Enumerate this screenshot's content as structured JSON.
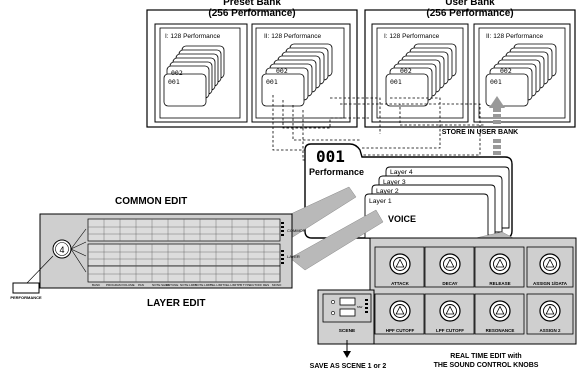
{
  "preset_bank": {
    "title_line1": "Preset Bank",
    "title_line2": "(256 Performance)",
    "group1": "I: 128 Performance",
    "group2": "II: 128 Performance"
  },
  "user_bank": {
    "title_line1": "User Bank",
    "title_line2": "(256 Performance)",
    "group1": "I: 128 Performance",
    "group2": "II: 128 Performance"
  },
  "card_labels": {
    "num_a": "002",
    "num_b": "001"
  },
  "store_label": "STORE IN USER BANK",
  "performance": {
    "number": "001",
    "label": "Performance",
    "layers": [
      "Layer 4",
      "Layer 3",
      "Layer 2",
      "Layer 1"
    ],
    "voice": "VOICE"
  },
  "common_edit": "COMMON EDIT",
  "layer_edit": "LAYER EDIT",
  "panel": {
    "common_tag": "COMMON",
    "layer_tag": "LAYER",
    "knob_number": "4",
    "bottom_labels": [
      "BANK",
      "PROGRAM",
      "VOLUME",
      "PAN",
      "NOTE SHIFT",
      "DETUNE",
      "NOTE LIMIT",
      "NOTE LIMIT",
      "VEL LIMIT",
      "VEL LIMIT",
      "PB TYPE",
      "CUTOFF",
      "RES",
      "MONO"
    ],
    "performance_button": "PERFORMANCE"
  },
  "knob_panel": {
    "row1": [
      "ATTACK",
      "DECAY",
      "RELEASE",
      "ASSIGN 1/DATA"
    ],
    "row2": [
      "HPF CUTOFF",
      "LPF CUTOFF",
      "RESONANCE",
      "ASSIGN 2"
    ],
    "scene": "SCENE",
    "scene_mark": "MW"
  },
  "save_scene": "SAVE AS SCENE 1 or 2",
  "real_time_line1": "REAL TIME EDIT with",
  "real_time_line2": "THE SOUND CONTROL KNOBS"
}
